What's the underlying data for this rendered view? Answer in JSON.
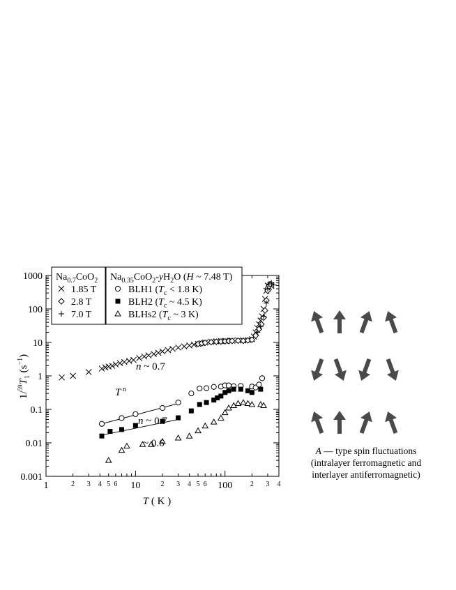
{
  "chart_data": {
    "type": "scatter",
    "x_scale": "log",
    "y_scale": "log",
    "xlim": [
      1,
      400
    ],
    "ylim": [
      0.001,
      1000
    ],
    "xlabel": "T ( K )",
    "ylabel": "1/⁵⁹T₁ (s⁻¹)",
    "x_major_ticks": [
      {
        "value": 1,
        "label": "1"
      },
      {
        "value": 10,
        "label": "10"
      },
      {
        "value": 100,
        "label": "100"
      }
    ],
    "x_minor_ticks": [
      {
        "value": 2,
        "label": "2"
      },
      {
        "value": 3,
        "label": "3"
      },
      {
        "value": 4,
        "label": "4"
      },
      {
        "value": 5,
        "label": "5"
      },
      {
        "value": 6,
        "label": "6"
      },
      {
        "value": 20,
        "label": "2"
      },
      {
        "value": 30,
        "label": "3"
      },
      {
        "value": 40,
        "label": "4"
      },
      {
        "value": 50,
        "label": "5"
      },
      {
        "value": 60,
        "label": "6"
      },
      {
        "value": 200,
        "label": "2"
      },
      {
        "value": 300,
        "label": "3"
      },
      {
        "value": 400,
        "label": "4"
      }
    ],
    "y_ticks": [
      {
        "value": 0.001,
        "label": "0.001"
      },
      {
        "value": 0.01,
        "label": "0.01"
      },
      {
        "value": 0.1,
        "label": "0.1"
      },
      {
        "value": 1,
        "label": "1"
      },
      {
        "value": 10,
        "label": "10"
      },
      {
        "value": 100,
        "label": "100"
      },
      {
        "value": 1000,
        "label": "1000"
      }
    ],
    "legend_left": {
      "title": "Na0.7CoO2",
      "items": [
        {
          "marker": "cross",
          "label": "1.85 T"
        },
        {
          "marker": "diamond",
          "label": "2.8 T"
        },
        {
          "marker": "plus",
          "label": "7.0 T"
        }
      ]
    },
    "legend_right": {
      "title": "Na0.35CoO2-yH2O (H ~ 7.48 T)",
      "items": [
        {
          "marker": "circle",
          "label": "BLH1 (Tc < 1.8 K)"
        },
        {
          "marker": "square",
          "label": "BLH2 (Tc ~ 4.5 K)"
        },
        {
          "marker": "triangle",
          "label": "BLHs2 (Tc ~ 3 K)"
        }
      ]
    },
    "series": [
      {
        "name": "1.85 T",
        "marker": "cross",
        "x": [
          1.5,
          2,
          3,
          4.2,
          4.6,
          5.0,
          5.5,
          6,
          6.7,
          7.5,
          8.5,
          9.5,
          11,
          12.5,
          14,
          16,
          18,
          20,
          23,
          26,
          30,
          35,
          40,
          45,
          50,
          55,
          60,
          70,
          80,
          90,
          100,
          120,
          140,
          160,
          180,
          200,
          210,
          220,
          230,
          240,
          250,
          260,
          270,
          280,
          290,
          300,
          310,
          320,
          330
        ],
        "y": [
          0.9,
          1.0,
          1.3,
          1.65,
          1.8,
          1.9,
          2.0,
          2.2,
          2.4,
          2.6,
          2.8,
          3.0,
          3.4,
          3.8,
          4.1,
          4.5,
          4.9,
          5.4,
          5.9,
          6.4,
          7.0,
          7.6,
          8.1,
          8.6,
          9.1,
          9.5,
          9.9,
          10.5,
          10.8,
          11,
          11.2,
          11.3,
          11.5,
          11.5,
          11.8,
          12.5,
          15,
          20,
          27,
          35,
          45,
          60,
          100,
          200,
          350,
          500,
          450,
          520,
          480
        ]
      },
      {
        "name": "2.8 T",
        "marker": "diamond",
        "x": [
          50,
          55,
          60,
          70,
          80,
          90,
          100,
          110,
          120,
          140,
          160,
          180,
          200,
          220,
          240,
          255,
          270,
          280,
          290,
          300,
          310,
          320
        ],
        "y": [
          9,
          9.4,
          9.8,
          10.2,
          10.5,
          10.6,
          10.8,
          11,
          11.1,
          11.3,
          11.2,
          11.5,
          12,
          16,
          25,
          35,
          55,
          90,
          180,
          350,
          480,
          550
        ]
      },
      {
        "name": "7.0 T",
        "marker": "plus",
        "x": [
          230,
          250,
          270,
          290,
          300,
          310,
          330,
          350
        ],
        "y": [
          20,
          30,
          60,
          150,
          400,
          560,
          600,
          520
        ]
      },
      {
        "name": "BLH1 (Tc < 1.8 K)",
        "marker": "circle",
        "x": [
          4.2,
          7,
          10,
          20,
          30,
          42,
          52,
          62,
          75,
          90,
          100,
          110,
          125,
          150,
          200,
          220,
          240,
          260
        ],
        "y": [
          0.037,
          0.055,
          0.072,
          0.11,
          0.16,
          0.3,
          0.42,
          0.43,
          0.47,
          0.48,
          0.52,
          0.52,
          0.49,
          0.5,
          0.48,
          0.45,
          0.55,
          0.85
        ]
      },
      {
        "name": "BLH2 (Tc ~ 4.5 K)",
        "marker": "square",
        "x": [
          4.2,
          5.2,
          7,
          10,
          20,
          30,
          42,
          52,
          62,
          75,
          82,
          90,
          100,
          110,
          125,
          150,
          180,
          200,
          250
        ],
        "y": [
          0.016,
          0.022,
          0.025,
          0.033,
          0.044,
          0.056,
          0.09,
          0.14,
          0.16,
          0.19,
          0.22,
          0.25,
          0.32,
          0.36,
          0.4,
          0.4,
          0.36,
          0.32,
          0.4
        ]
      },
      {
        "name": "BLHs2 (Tc ~ 3 K)",
        "marker": "triangle",
        "x": [
          5,
          7,
          8,
          12,
          15,
          20,
          30,
          40,
          50,
          60,
          75,
          90,
          100,
          110,
          125,
          140,
          160,
          180,
          200,
          250,
          270
        ],
        "y": [
          0.003,
          0.006,
          0.008,
          0.009,
          0.009,
          0.011,
          0.014,
          0.016,
          0.023,
          0.032,
          0.042,
          0.055,
          0.08,
          0.11,
          0.13,
          0.15,
          0.16,
          0.15,
          0.14,
          0.14,
          0.13
        ]
      }
    ],
    "fit_lines": [
      {
        "x": [
          4.2,
          30
        ],
        "y": [
          0.037,
          0.15
        ],
        "label": "n ~ 0.7"
      },
      {
        "x": [
          4.2,
          30
        ],
        "y": [
          0.017,
          0.05
        ],
        "label": "~ 0.6"
      }
    ],
    "annotations": {
      "n_upper": "n ~ 0.7",
      "tn_base": "T",
      "tn_exp": "n",
      "n_mid": "n ~ 0.7",
      "n_low": "~ 0.6"
    }
  },
  "side_panel": {
    "arrow_color": "#4a4a4a",
    "rows": [
      {
        "row": "top",
        "directions": [
          "up-left",
          "up",
          "up-right",
          "up-left"
        ]
      },
      {
        "row": "middle",
        "directions": [
          "down-left",
          "down-right",
          "down-left",
          "down-right"
        ]
      },
      {
        "row": "bottom",
        "directions": [
          "up-left",
          "up",
          "up-right",
          "up-left"
        ]
      }
    ],
    "caption": {
      "letter": "A",
      "line1": " — type spin fluctuations",
      "line2": "(intralayer ferromagnetic and",
      "line3": "interlayer antiferromagnetic)"
    }
  }
}
